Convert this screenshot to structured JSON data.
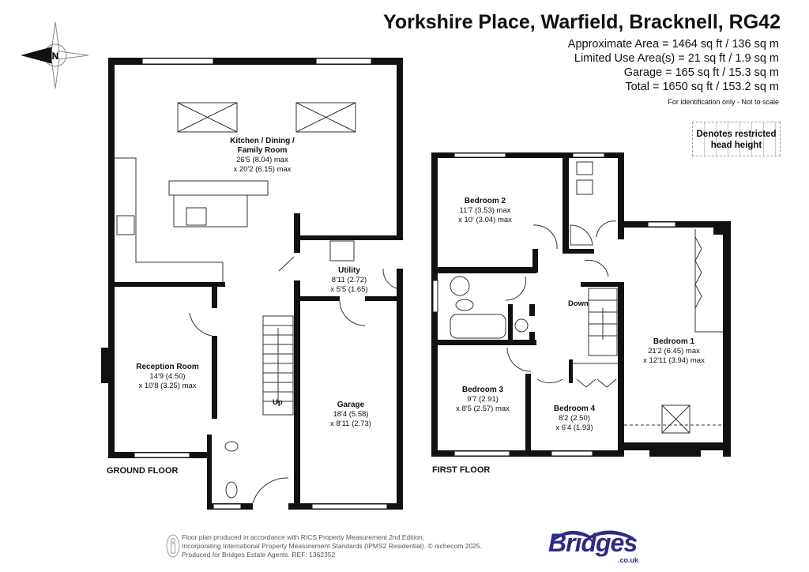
{
  "title": "Yorkshire Place, Warfield, Bracknell, RG42",
  "areas": [
    "Approximate Area = 1464 sq ft / 136 sq m",
    "Limited Use Area(s) = 21 sq ft / 1.9 sq m",
    "Garage = 165 sq ft / 15.3 sq m",
    "Total = 1650 sq ft / 153.2 sq m"
  ],
  "note": "For identification only - Not to scale",
  "legend": {
    "restricted_line1": "Denotes restricted",
    "restricted_line2": "head height"
  },
  "compass": {
    "label": "N",
    "icon": "compass-icon"
  },
  "ground_floor": {
    "label": "GROUND FLOOR",
    "rooms": [
      {
        "name": "Kitchen / Dining /",
        "name2": "Family Room",
        "dim1": "26'5 (8.04) max",
        "dim2": "x 20'2 (6.15) max"
      },
      {
        "name": "Utility",
        "dim1": "8'11 (2.72)",
        "dim2": "x 5'5 (1.65)"
      },
      {
        "name": "Reception Room",
        "dim1": "14'9 (4.50)",
        "dim2": "x 10'8 (3.25) max"
      },
      {
        "name": "Garage",
        "dim1": "18'4 (5.58)",
        "dim2": "x 8'11 (2.73)"
      }
    ],
    "stairs_label": "Up"
  },
  "first_floor": {
    "label": "FIRST FLOOR",
    "rooms": [
      {
        "name": "Bedroom 2",
        "dim1": "11'7 (3.53) max",
        "dim2": "x 10' (3.04) max"
      },
      {
        "name": "Bedroom 1",
        "dim1": "21'2 (6.45) max",
        "dim2": "x 12'11 (3.94) max"
      },
      {
        "name": "Bedroom 3",
        "dim1": "9'7 (2.91)",
        "dim2": "x 8'5 (2.57) max"
      },
      {
        "name": "Bedroom 4",
        "dim1": "8'2 (2.50)",
        "dim2": "x 6'4 (1.93)"
      }
    ],
    "stairs_label": "Down"
  },
  "footer": {
    "line1": "Floor plan produced in accordance with RICS Property Measurement 2nd Edition,",
    "line2": "Incorporating International Property Measurement Standards (IPMS2 Residential).   © nichecom 2025.",
    "line3": "Produced for Bridges Estate Agents.    REF: 1362352"
  },
  "logo": {
    "text": "Bridges",
    "sub": ".co.uk",
    "color": "#2e2a86"
  }
}
